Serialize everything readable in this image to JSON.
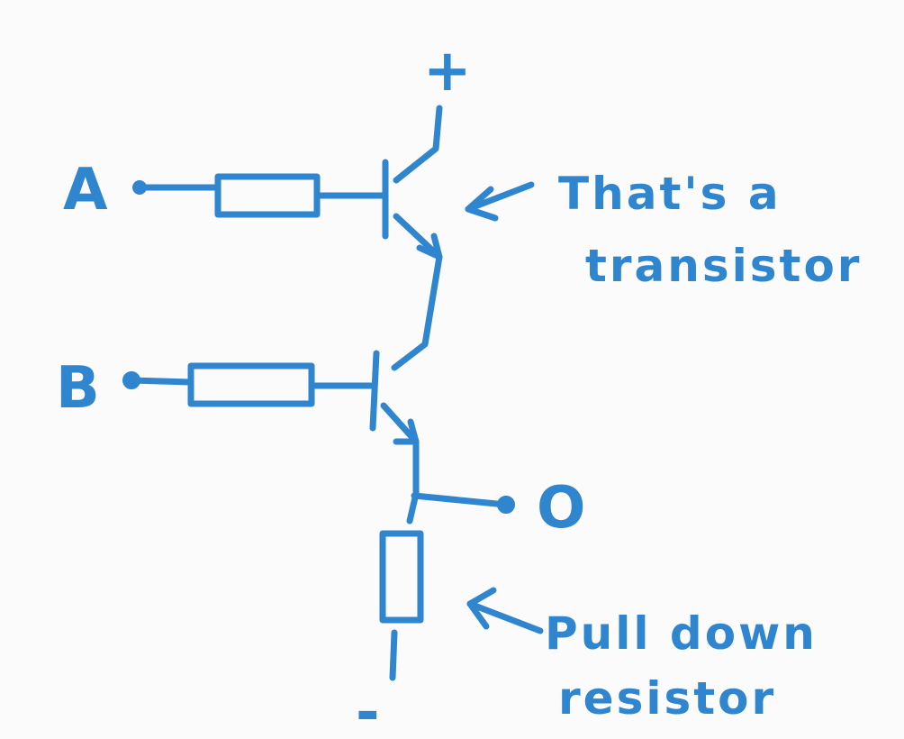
{
  "labels": {
    "input_a": "A",
    "input_b": "B",
    "output": "O",
    "plus": "+",
    "minus": "-"
  },
  "annotations": {
    "transistor_line1": "That's a",
    "transistor_line2": "transistor",
    "pulldown_line1": "Pull down",
    "pulldown_line2": "resistor"
  },
  "colors": {
    "ink": "#2f86cf",
    "paper": "#fbfbfb"
  }
}
